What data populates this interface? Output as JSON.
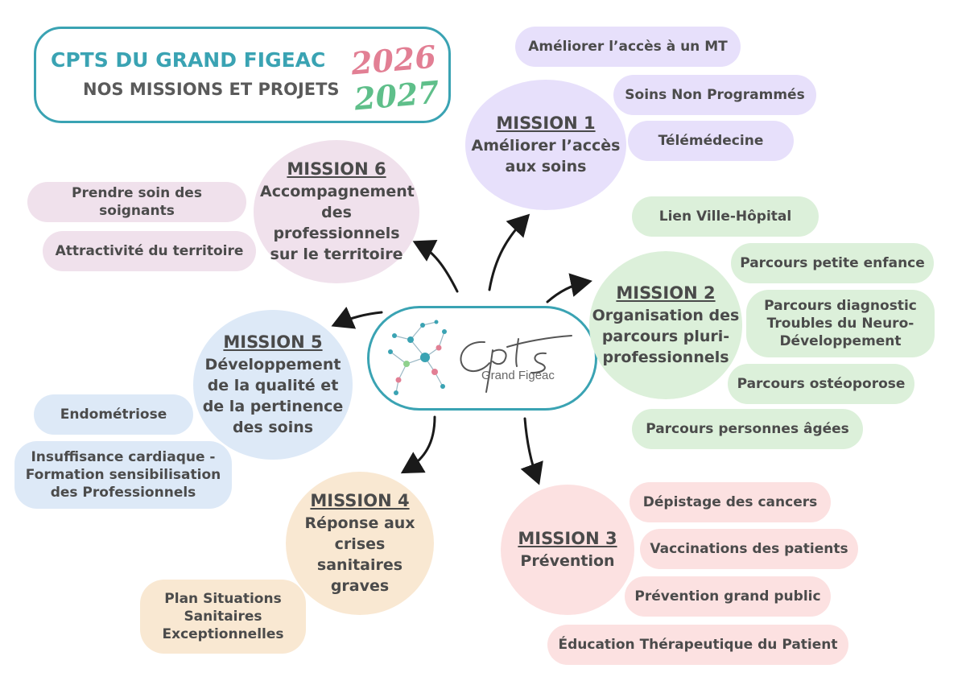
{
  "header": {
    "title": "CPTS DU GRAND FIGEAC",
    "subtitle": "NOS MISSIONS ET PROJETS",
    "year_start": "2026",
    "year_end": "2027"
  },
  "center": {
    "logo_text": "Grand Figeac"
  },
  "colors": {
    "teal": "#3aa3b3",
    "purple": "#e7e0fb",
    "green": "#dcf0da",
    "pink": "#fce1e1",
    "peach": "#f9e8d2",
    "blue": "#dde9f7",
    "mauve": "#f0e1ec"
  },
  "missions": {
    "m1": {
      "title": "MISSION 1",
      "desc": "Améliorer l’accès aux soins",
      "items": [
        "Améliorer l’accès à un MT",
        "Soins Non Programmés",
        "Télémédecine"
      ]
    },
    "m2": {
      "title": "MISSION 2",
      "desc": "Organisation des parcours pluri-professionnels",
      "items": [
        "Lien Ville-Hôpital",
        "Parcours petite enfance",
        "Parcours diagnostic Troubles du Neuro-Développement",
        "Parcours ostéoporose",
        "Parcours personnes âgées"
      ]
    },
    "m3": {
      "title": "MISSION 3",
      "desc": "Prévention",
      "items": [
        "Dépistage des cancers",
        "Vaccinations des patients",
        "Prévention grand public",
        "Éducation Thérapeutique du Patient"
      ]
    },
    "m4": {
      "title": "MISSION 4",
      "desc": "Réponse aux crises sanitaires graves",
      "items": [
        "Plan Situations Sanitaires Exceptionnelles"
      ]
    },
    "m5": {
      "title": "MISSION 5",
      "desc": "Développement de la qualité et de la pertinence des soins",
      "items": [
        "Endométriose",
        "Insuffisance cardiaque - Formation sensibilisation des Professionnels"
      ]
    },
    "m6": {
      "title": "MISSION 6",
      "desc": "Accompagnement des professionnels sur le territoire",
      "items": [
        "Prendre soin des soignants",
        "Attractivité du territoire"
      ]
    }
  }
}
